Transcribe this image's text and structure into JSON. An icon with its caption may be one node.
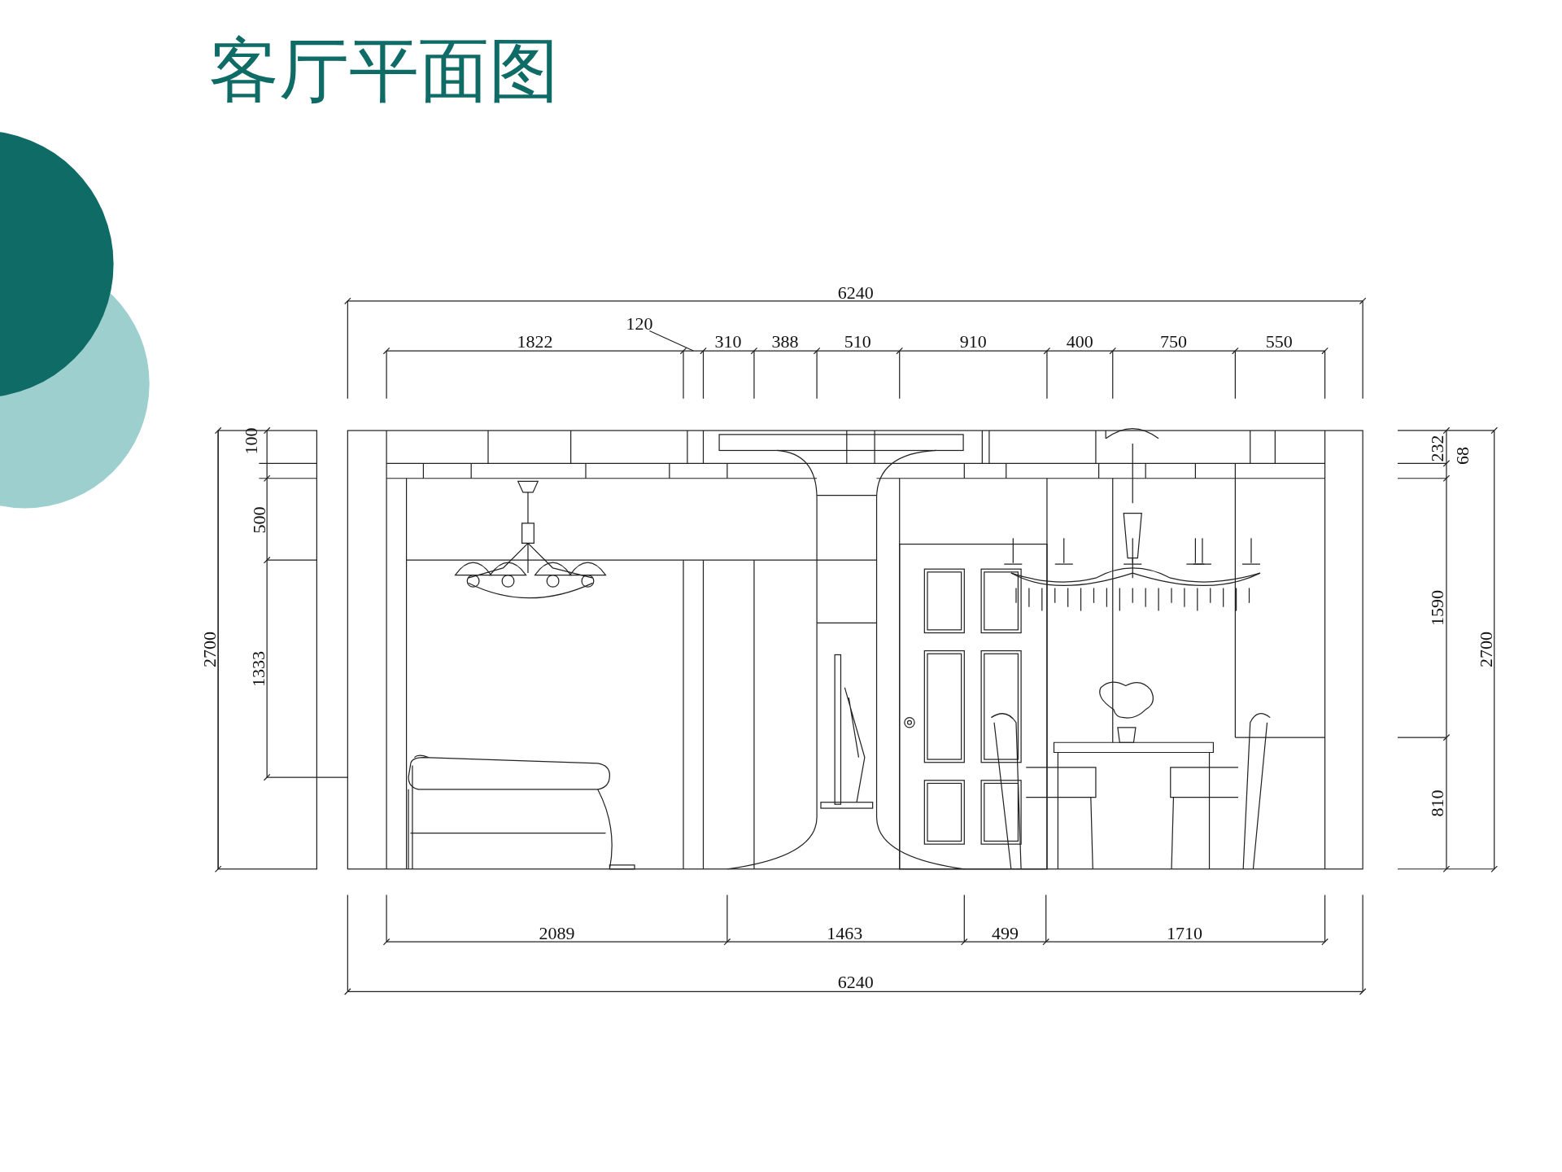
{
  "diagram": {
    "title": "客厅平面图",
    "labels": [
      "6240",
      "120",
      "1822",
      "310",
      "388",
      "510",
      "910",
      "400",
      "750",
      "550",
      "100",
      "232",
      "68",
      "500",
      "1590",
      "2700",
      "2700",
      "1333",
      "810",
      "2089",
      "1463",
      "499",
      "1710",
      "6240"
    ]
  }
}
